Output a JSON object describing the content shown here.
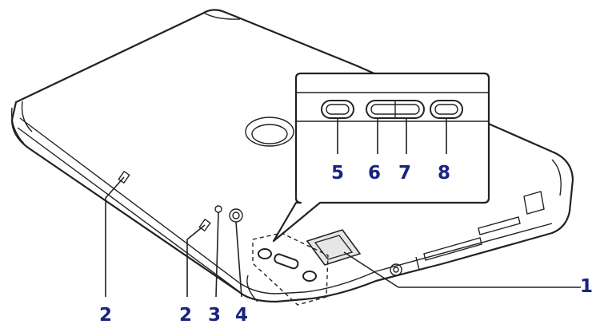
{
  "diagram": {
    "callouts": {
      "c1": "1",
      "c2a": "2",
      "c2b": "2",
      "c3": "3",
      "c4": "4",
      "c5": "5",
      "c6": "6",
      "c7": "7",
      "c8": "8"
    },
    "colors": {
      "callout_text": "#1a237e",
      "outline": "#222222",
      "body_fill": "#ffffff"
    }
  }
}
